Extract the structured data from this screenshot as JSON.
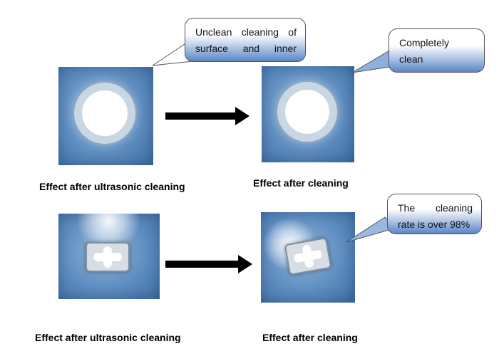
{
  "bubbles": {
    "top_left": "Unclean cleaning of surface and inner holes",
    "top_right": "Completely clean",
    "bottom_right": "The cleaning rate is over 98%"
  },
  "captions": {
    "top_left": "Effect after ultrasonic cleaning",
    "top_right": "Effect after cleaning",
    "bottom_left": "Effect after ultrasonic cleaning",
    "bottom_right": "Effect after cleaning"
  }
}
